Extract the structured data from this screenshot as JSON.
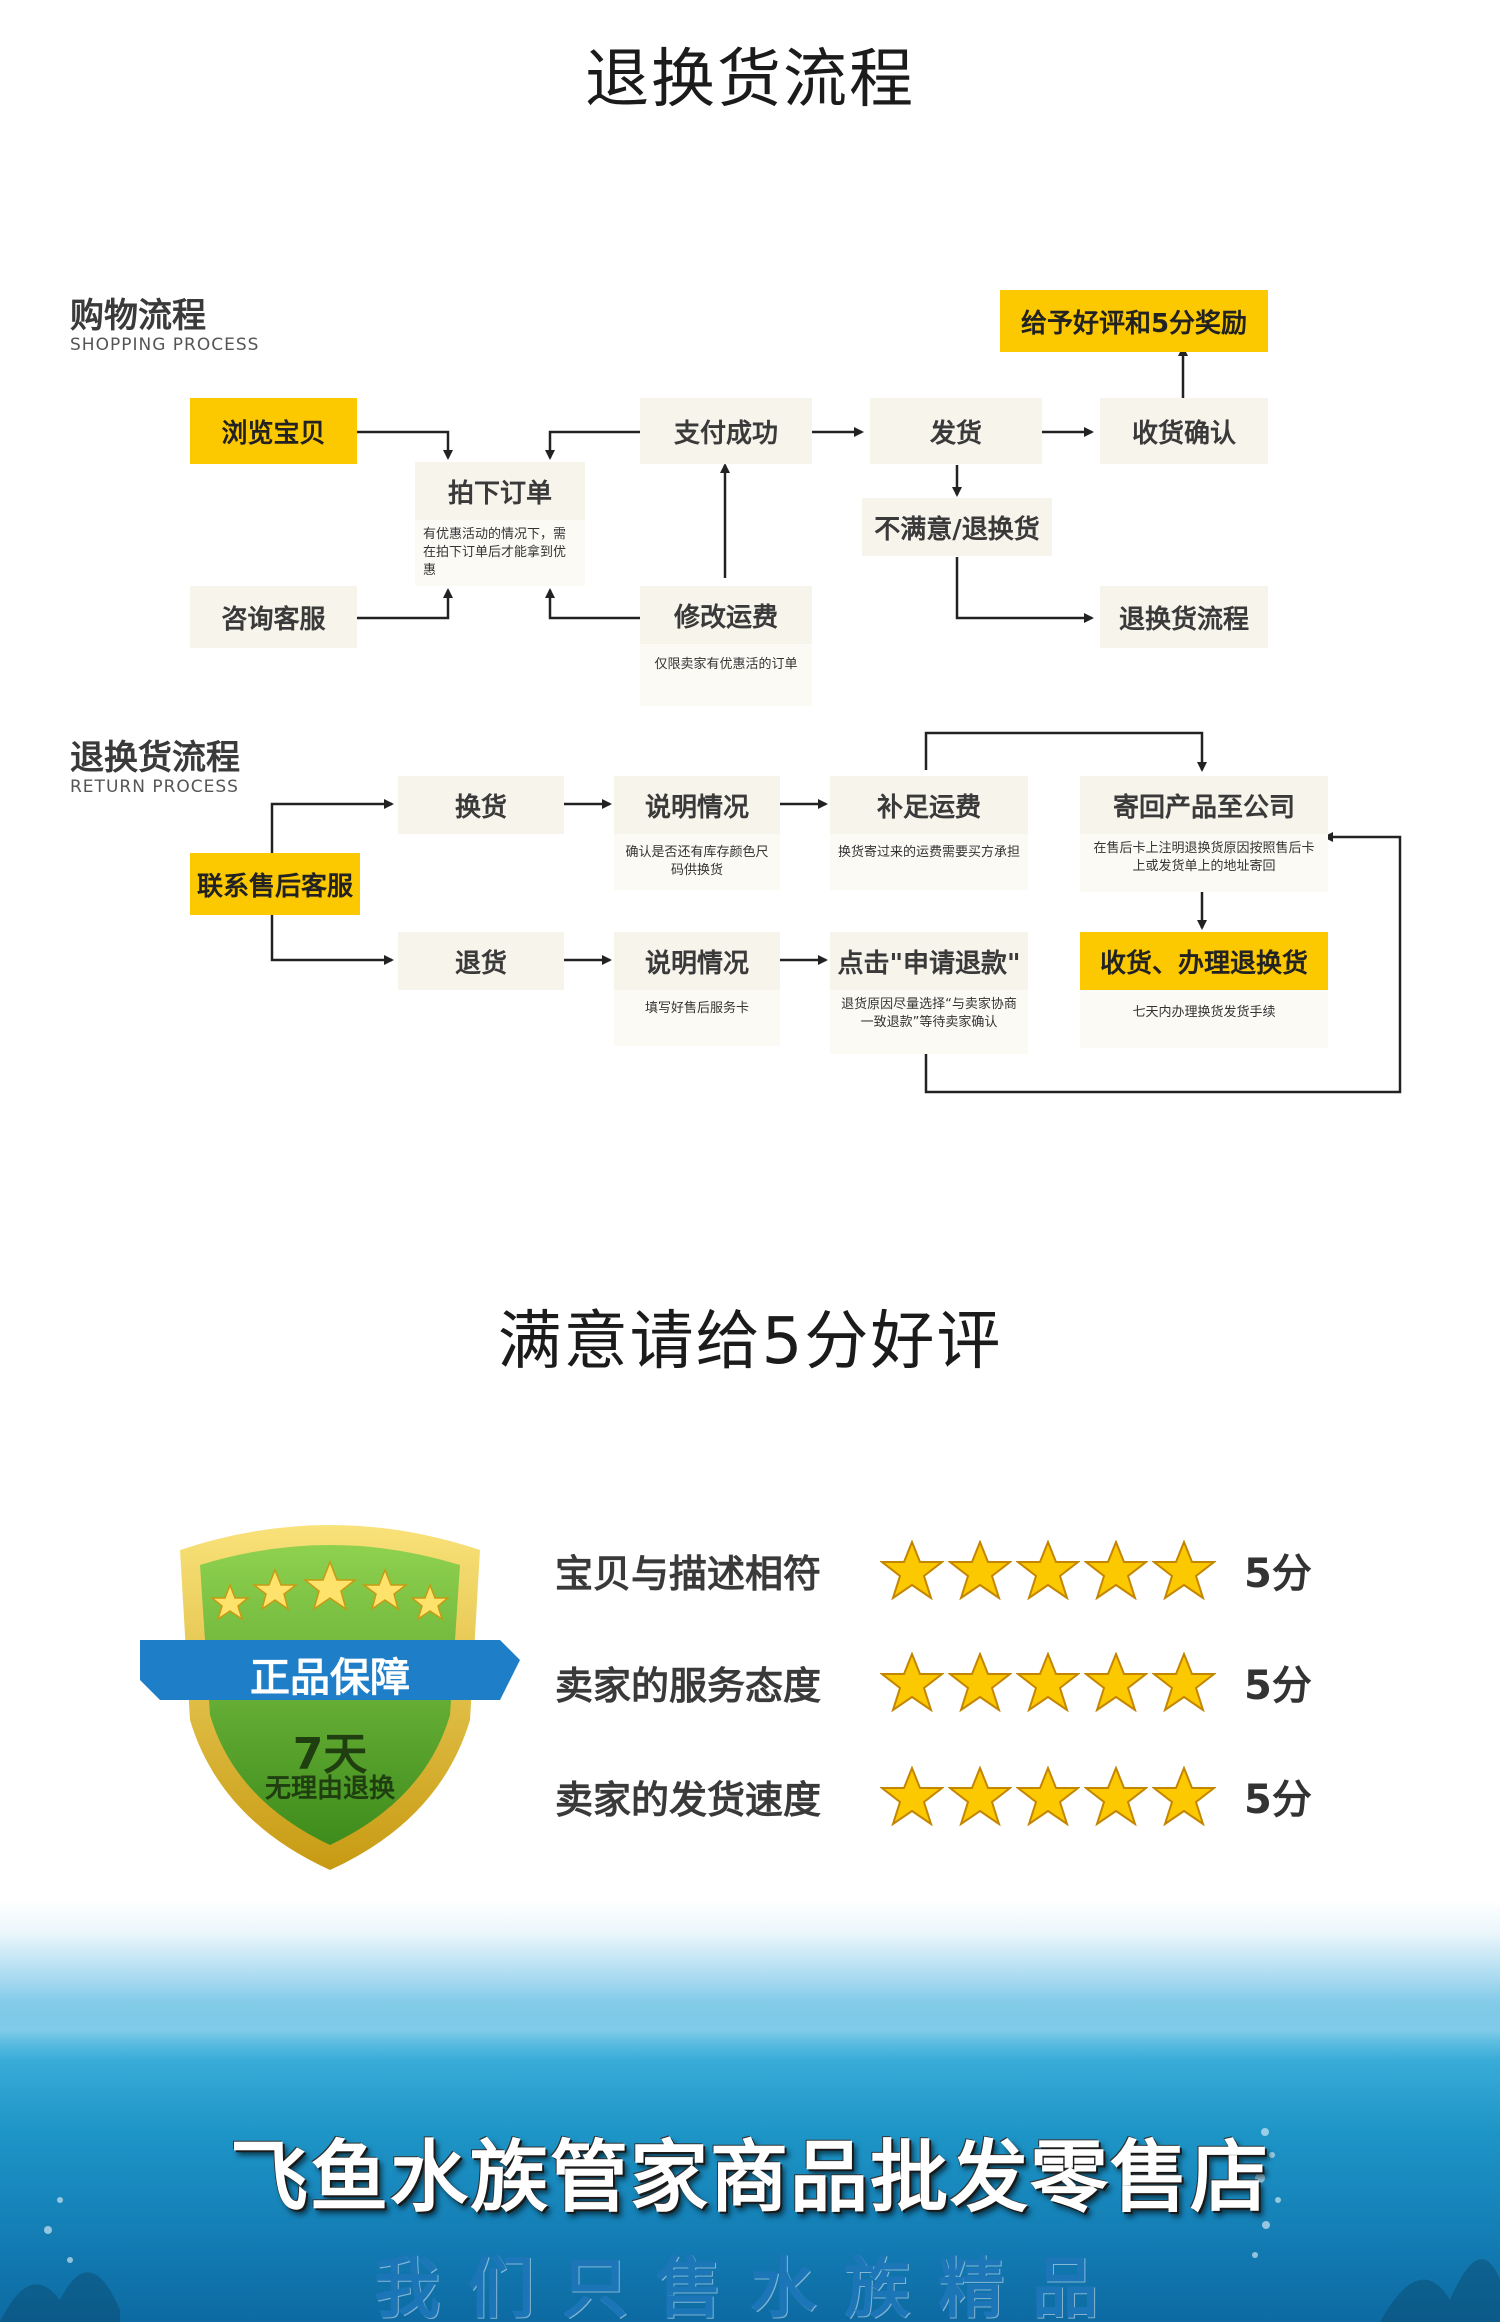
{
  "header": {
    "title": "退换货流程"
  },
  "shopping": {
    "zh": "购物流程",
    "en": "SHOPPING PROCESS",
    "browse": "浏览宝贝",
    "consult": "咨询客服",
    "order": "拍下订单",
    "order_note": "有优惠活动的情况下，需在拍下订单后才能拿到优惠",
    "pay": "支付成功",
    "modify": "修改运费",
    "modify_note": "仅限卖家有优惠活的订单",
    "ship": "发货",
    "unsatisfied": "不满意/退换货",
    "confirm": "收货确认",
    "reward": "给予好评和5分奖励",
    "return_flow": "退换货流程"
  },
  "returns": {
    "zh": "退换货流程",
    "en": "RETURN PROCESS",
    "contact": "联系售后客服",
    "exchange": "换货",
    "refund": "退货",
    "explain1": "说明情况",
    "explain1_note": "确认是否还有库存颜色尺码供换货",
    "explain2": "说明情况",
    "explain2_note": "填写好售后服务卡",
    "add_fee": "补足运费",
    "add_fee_note": "换货寄过来的运费需要买方承担",
    "apply_refund": "点击\"申请退款\"",
    "apply_refund_note": "退货原因尽量选择“与卖家协商一致退款”等待卖家确认",
    "send_back": "寄回产品至公司",
    "send_back_note": "在售后卡上注明退换货原因按照售后卡上或发货单上的地址寄回",
    "receive": "收货、办理退换货",
    "receive_note": "七天内办理换货发货手续"
  },
  "rating": {
    "title": "满意请给5分好评",
    "badge_top": "正品保障",
    "badge_days": "7天",
    "badge_sub": "无理由退换",
    "rows": [
      {
        "label": "宝贝与描述相符",
        "stars": 5,
        "score": "5分"
      },
      {
        "label": "卖家的服务态度",
        "stars": 5,
        "score": "5分"
      },
      {
        "label": "卖家的发货速度",
        "stars": 5,
        "score": "5分"
      }
    ]
  },
  "footer": {
    "shop_name": "飞鱼水族管家商品批发零售店",
    "slogan": "我们只售水族精品"
  },
  "colors": {
    "accent": "#fcc800",
    "box": "#f7f4ec",
    "badge_green": "#5aa62a",
    "ribbon_blue": "#1e7ec8",
    "sea": "#1e95c7"
  }
}
